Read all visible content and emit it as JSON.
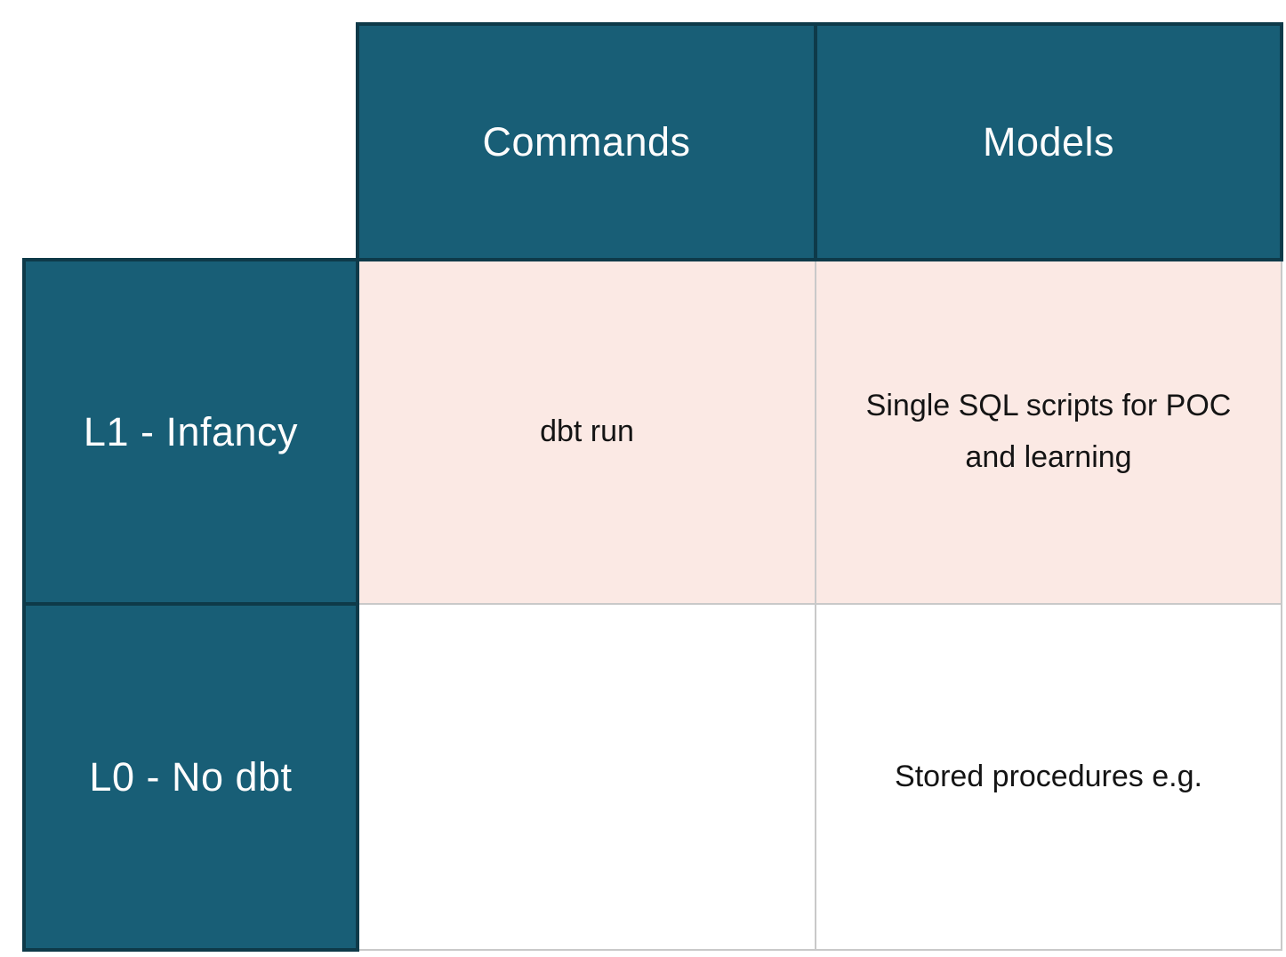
{
  "matrix": {
    "column_headers": [
      "Commands",
      "Models"
    ],
    "rows": [
      {
        "label": "L1 - Infancy",
        "commands": "dbt run",
        "models": "Single SQL scripts for POC and learning"
      },
      {
        "label": "L0 - No dbt",
        "commands": "",
        "models": "Stored procedures e.g."
      }
    ],
    "colors": {
      "header_fill": "#185E76",
      "header_border": "#0E3A49",
      "l1_row_fill": "#FBE9E4",
      "l0_row_fill": "#FFFFFF",
      "gridline": "#C9C9C9",
      "header_text": "#FDFDFD",
      "body_text": "#141414"
    }
  }
}
